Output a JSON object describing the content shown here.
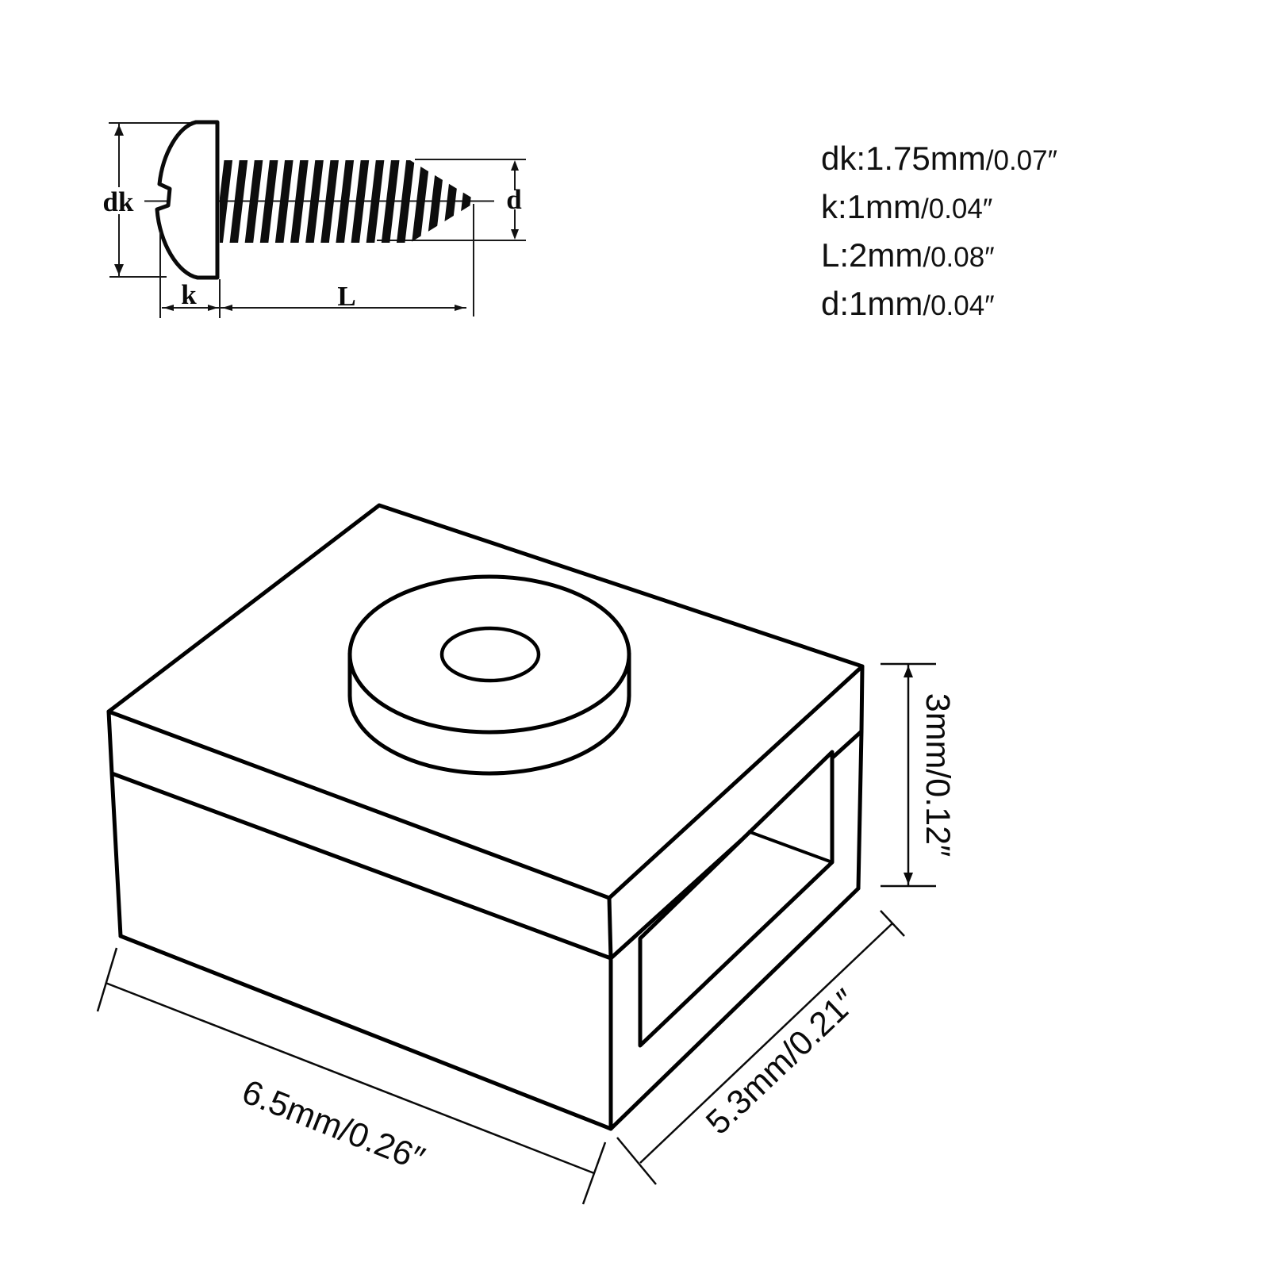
{
  "screw_diagram": {
    "labels": {
      "head_diameter": "dk",
      "head_height": "k",
      "length": "L",
      "thread_diameter": "d"
    }
  },
  "spec_list": {
    "items": [
      {
        "metric": "dk:1.75mm",
        "inch": "/0.07″"
      },
      {
        "metric": "k:1mm",
        "inch": "/0.04″"
      },
      {
        "metric": "L:2mm",
        "inch": "/0.08″"
      },
      {
        "metric": "d:1mm",
        "inch": "/0.04″"
      }
    ]
  },
  "part_diagram": {
    "dimensions": {
      "width": "6.5mm/0.26″",
      "depth": "5.3mm/0.21″",
      "height": "3mm/0.12″"
    }
  },
  "colors": {
    "ink": "#000000",
    "background": "#ffffff"
  }
}
